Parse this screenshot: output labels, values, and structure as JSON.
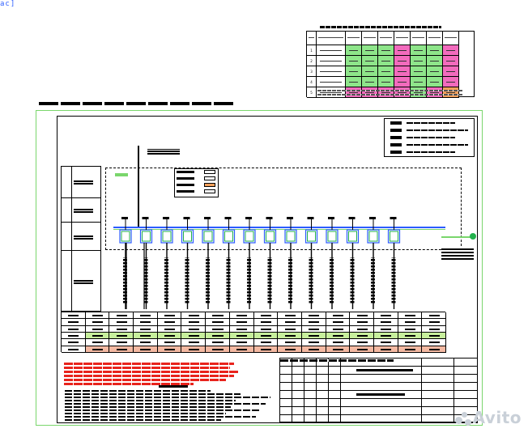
{
  "corner_tag": "ac]",
  "watermark": {
    "text": "Avito",
    "color": "#c9d0d8"
  },
  "colors": {
    "frame_green": "#7ad66c",
    "cell_green": "#8ee58a",
    "cell_pink": "#f26bbd",
    "cell_orange": "#f7a15b",
    "note_red": "#e8231c",
    "bus_blue": "#2b5cff",
    "row_green": "#c7ef9c",
    "row_salmon": "#f4b9a2"
  },
  "top_table": {
    "header_cells": 9,
    "rows": [
      [
        "1",
        "",
        "",
        "",
        "",
        "",
        "",
        "",
        ""
      ],
      [
        "2",
        "",
        "",
        "",
        "",
        "",
        "",
        "",
        ""
      ],
      [
        "3",
        "",
        "",
        "",
        "",
        "",
        "",
        "",
        ""
      ],
      [
        "4",
        "",
        "",
        "",
        "",
        "",
        "",
        "",
        ""
      ],
      [
        "5",
        "",
        "",
        "",
        "",
        "",
        "",
        "",
        ""
      ]
    ],
    "row_colors": [
      [
        "#ffffff",
        "#ffffff",
        "#8ee58a",
        "#8ee58a",
        "#8ee58a",
        "#f26bbd",
        "#8ee58a",
        "#8ee58a",
        "#f26bbd"
      ],
      [
        "#ffffff",
        "#ffffff",
        "#8ee58a",
        "#8ee58a",
        "#8ee58a",
        "#f26bbd",
        "#8ee58a",
        "#8ee58a",
        "#f26bbd"
      ],
      [
        "#ffffff",
        "#ffffff",
        "#8ee58a",
        "#8ee58a",
        "#8ee58a",
        "#f26bbd",
        "#8ee58a",
        "#8ee58a",
        "#f26bbd"
      ],
      [
        "#ffffff",
        "#ffffff",
        "#8ee58a",
        "#8ee58a",
        "#8ee58a",
        "#f26bbd",
        "#8ee58a",
        "#8ee58a",
        "#f26bbd"
      ],
      [
        "#ffffff",
        "#ffffff",
        "#f26bbd",
        "#f26bbd",
        "#f26bbd",
        "#f26bbd",
        "#8ee58a",
        "#f26bbd",
        "#f7a15b"
      ]
    ]
  },
  "diagram": {
    "feeder_count": 14,
    "bottom_table_rows": 6
  }
}
